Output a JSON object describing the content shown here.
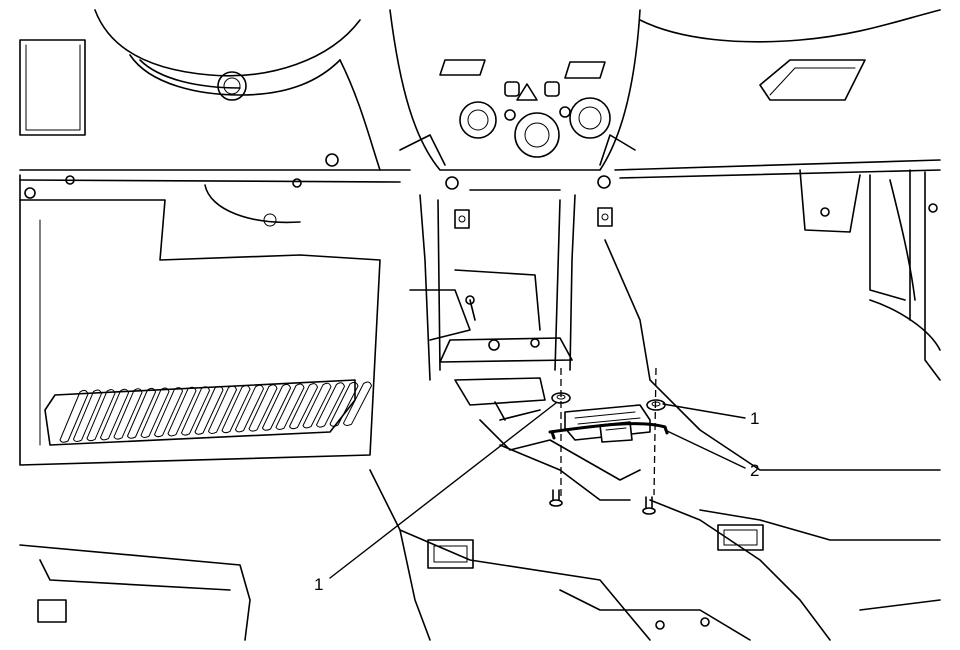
{
  "diagram": {
    "callouts": [
      {
        "label": "1"
      },
      {
        "label": "2"
      },
      {
        "label": "1"
      }
    ]
  }
}
